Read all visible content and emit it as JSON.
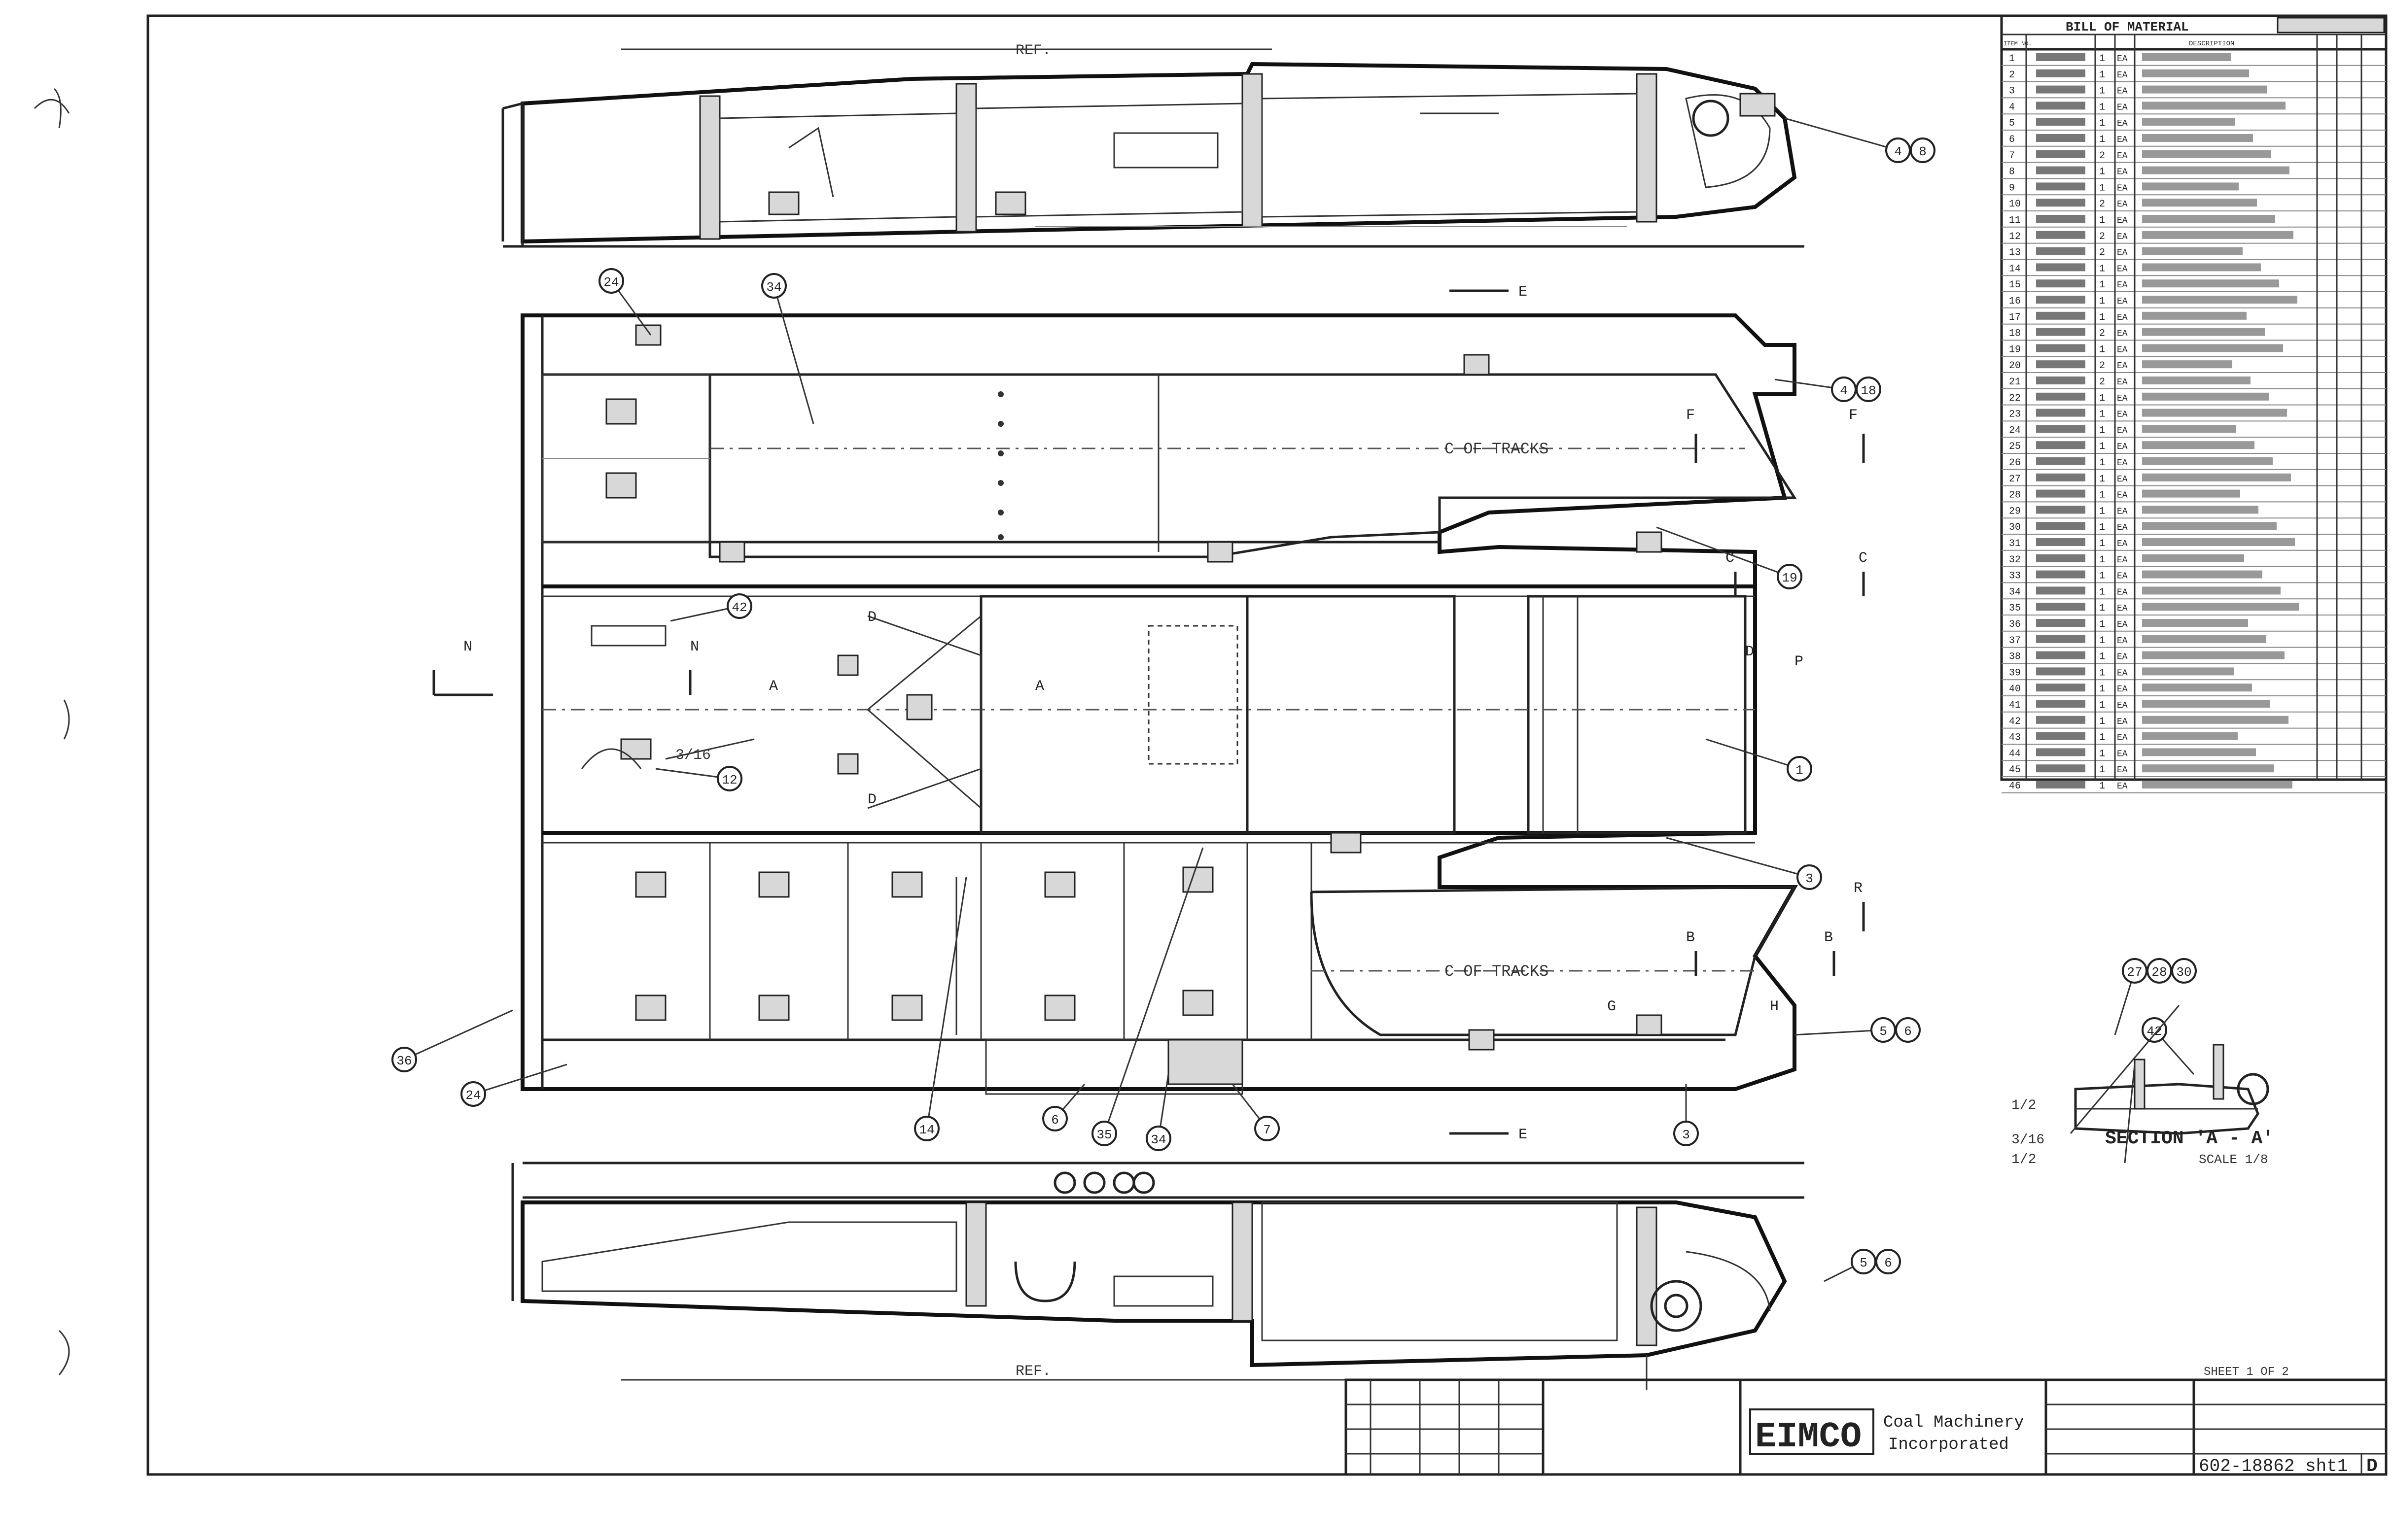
{
  "drawing": {
    "ref_top": "REF. ",
    "ref_bottom": "REF. ",
    "cl_track_upper": "C OF TRACKS",
    "cl_track_lower": "C OF TRACKS",
    "section_title": "SECTION 'A - A'",
    "section_scale": "SCALE 1/8",
    "section_dim_1": "1/2",
    "section_dim_2": "3/16",
    "section_dim_3": "1/2",
    "weld_note": "3/16",
    "section_arrows": {
      "E": "E",
      "F": "F",
      "C": "C",
      "N": "N",
      "A": "A",
      "D": "D",
      "P": "P",
      "B": "B",
      "R": "R",
      "G": "G",
      "H": "H"
    },
    "balloons": [
      "4",
      "8",
      "24",
      "34",
      "4",
      "18",
      "19",
      "42",
      "1",
      "12",
      "3",
      "5",
      "6",
      "36",
      "24",
      "14",
      "6",
      "35",
      "34",
      "7",
      "3",
      "5",
      "6",
      "27",
      "28",
      "30",
      "42"
    ]
  },
  "bom": {
    "title": "BILL OF MATERIAL",
    "revision_tag": "",
    "col_item": "ITEM NO.",
    "col_part": "",
    "col_qty": "",
    "col_desc": "DESCRIPTION",
    "rows": [
      {
        "item": "1",
        "qty": "1",
        "unit": "EA"
      },
      {
        "item": "2",
        "qty": "1",
        "unit": "EA"
      },
      {
        "item": "3",
        "qty": "1",
        "unit": "EA"
      },
      {
        "item": "4",
        "qty": "1",
        "unit": "EA"
      },
      {
        "item": "5",
        "qty": "1",
        "unit": "EA"
      },
      {
        "item": "6",
        "qty": "1",
        "unit": "EA"
      },
      {
        "item": "7",
        "qty": "2",
        "unit": "EA"
      },
      {
        "item": "8",
        "qty": "1",
        "unit": "EA"
      },
      {
        "item": "9",
        "qty": "1",
        "unit": "EA"
      },
      {
        "item": "10",
        "qty": "2",
        "unit": "EA"
      },
      {
        "item": "11",
        "qty": "1",
        "unit": "EA"
      },
      {
        "item": "12",
        "qty": "2",
        "unit": "EA"
      },
      {
        "item": "13",
        "qty": "2",
        "unit": "EA"
      },
      {
        "item": "14",
        "qty": "1",
        "unit": "EA"
      },
      {
        "item": "15",
        "qty": "1",
        "unit": "EA"
      },
      {
        "item": "16",
        "qty": "1",
        "unit": "EA"
      },
      {
        "item": "17",
        "qty": "1",
        "unit": "EA"
      },
      {
        "item": "18",
        "qty": "2",
        "unit": "EA"
      },
      {
        "item": "19",
        "qty": "1",
        "unit": "EA"
      },
      {
        "item": "20",
        "qty": "2",
        "unit": "EA"
      },
      {
        "item": "21",
        "qty": "2",
        "unit": "EA"
      },
      {
        "item": "22",
        "qty": "1",
        "unit": "EA"
      },
      {
        "item": "23",
        "qty": "1",
        "unit": "EA"
      },
      {
        "item": "24",
        "qty": "1",
        "unit": "EA"
      },
      {
        "item": "25",
        "qty": "1",
        "unit": "EA"
      },
      {
        "item": "26",
        "qty": "1",
        "unit": "EA"
      },
      {
        "item": "27",
        "qty": "1",
        "unit": "EA"
      },
      {
        "item": "28",
        "qty": "1",
        "unit": "EA"
      },
      {
        "item": "29",
        "qty": "1",
        "unit": "EA"
      },
      {
        "item": "30",
        "qty": "1",
        "unit": "EA"
      },
      {
        "item": "31",
        "qty": "1",
        "unit": "EA"
      },
      {
        "item": "32",
        "qty": "1",
        "unit": "EA"
      },
      {
        "item": "33",
        "qty": "1",
        "unit": "EA"
      },
      {
        "item": "34",
        "qty": "1",
        "unit": "EA"
      },
      {
        "item": "35",
        "qty": "1",
        "unit": "EA"
      },
      {
        "item": "36",
        "qty": "1",
        "unit": "EA"
      },
      {
        "item": "37",
        "qty": "1",
        "unit": "EA"
      },
      {
        "item": "38",
        "qty": "1",
        "unit": "EA"
      },
      {
        "item": "39",
        "qty": "1",
        "unit": "EA"
      },
      {
        "item": "40",
        "qty": "1",
        "unit": "EA"
      },
      {
        "item": "41",
        "qty": "1",
        "unit": "EA"
      },
      {
        "item": "42",
        "qty": "1",
        "unit": "EA"
      },
      {
        "item": "43",
        "qty": "1",
        "unit": "EA"
      },
      {
        "item": "44",
        "qty": "1",
        "unit": "EA"
      },
      {
        "item": "45",
        "qty": "1",
        "unit": "EA"
      },
      {
        "item": "46",
        "qty": "1",
        "unit": "EA"
      }
    ]
  },
  "title_block": {
    "logo": "EIMCO",
    "company_line1": "Coal Machinery",
    "company_line2": "Incorporated",
    "sheet": "SHEET 1 OF 2",
    "drawing_number": "602-18862 sht1",
    "revision": "D"
  }
}
